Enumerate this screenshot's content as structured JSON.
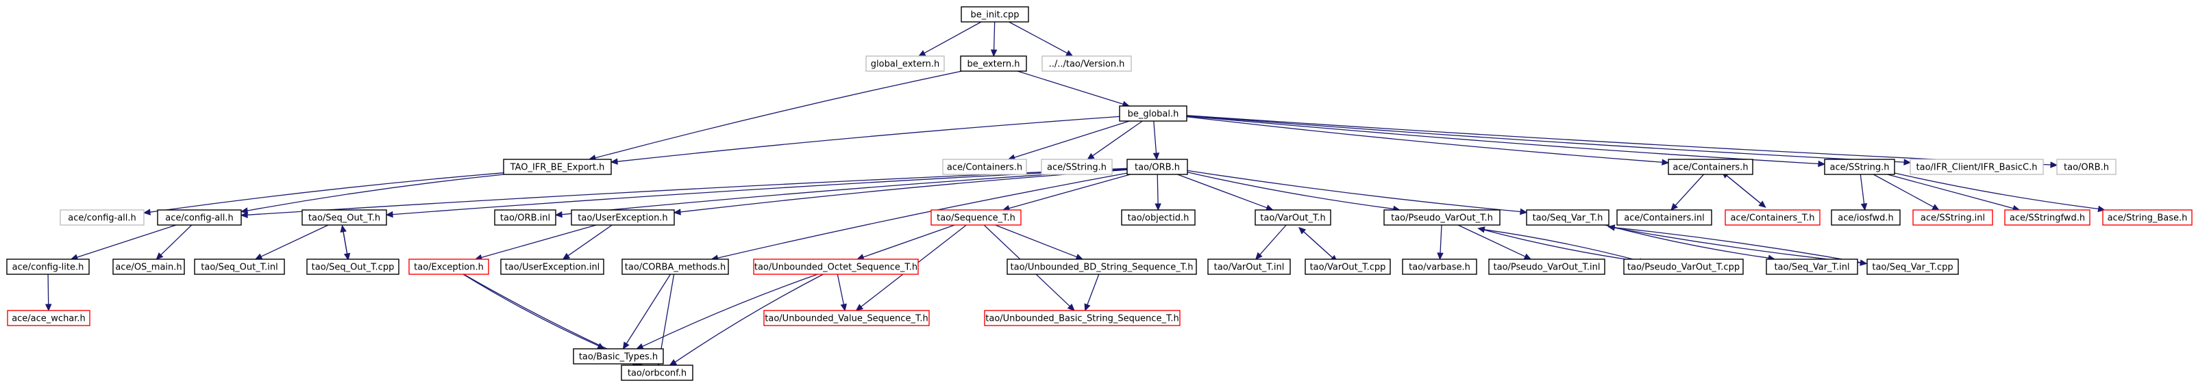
{
  "colors": {
    "edge": "#191970",
    "border_normal": "#000000",
    "border_truncated": "#ff0000",
    "border_external": "#bfbfbf",
    "fill_root": "#bfbfbf",
    "fill_normal": "#ffffff"
  },
  "nodes": [
    {
      "id": "be_init_cpp",
      "label": "be_init.cpp",
      "kind": "root"
    },
    {
      "id": "global_extern_h",
      "label": "global_extern.h",
      "kind": "external"
    },
    {
      "id": "be_extern_h",
      "label": "be_extern.h",
      "kind": "normal"
    },
    {
      "id": "tao_version_h",
      "label": "../../tao/Version.h",
      "kind": "external"
    },
    {
      "id": "be_global_h",
      "label": "be_global.h",
      "kind": "normal"
    },
    {
      "id": "tao_ifr_be_export_h",
      "label": "TAO_IFR_BE_Export.h",
      "kind": "normal"
    },
    {
      "id": "ace_containers_h_ext",
      "label": "ace/Containers.h",
      "kind": "external"
    },
    {
      "id": "ace_sstring_h_ext",
      "label": "ace/SString.h",
      "kind": "external"
    },
    {
      "id": "tao_orb_h",
      "label": "tao/ORB.h",
      "kind": "normal"
    },
    {
      "id": "ace_containers_h",
      "label": "ace/Containers.h",
      "kind": "normal"
    },
    {
      "id": "ace_sstring_h",
      "label": "ace/SString.h",
      "kind": "normal"
    },
    {
      "id": "tao_ifr_client_h",
      "label": "tao/IFR_Client/IFR_BasicC.h",
      "kind": "external"
    },
    {
      "id": "tao_orb_h_ext",
      "label": "tao/ORB.h",
      "kind": "external"
    },
    {
      "id": "ace_config_all_h_ext",
      "label": "ace/config-all.h",
      "kind": "external"
    },
    {
      "id": "ace_config_all_h",
      "label": "ace/config-all.h",
      "kind": "normal"
    },
    {
      "id": "tao_seq_out_t_h",
      "label": "tao/Seq_Out_T.h",
      "kind": "normal"
    },
    {
      "id": "tao_orb_inl",
      "label": "tao/ORB.inl",
      "kind": "normal"
    },
    {
      "id": "tao_userexception_h",
      "label": "tao/UserException.h",
      "kind": "normal"
    },
    {
      "id": "tao_sequence_t_h",
      "label": "tao/Sequence_T.h",
      "kind": "truncated"
    },
    {
      "id": "tao_objectid_h",
      "label": "tao/objectid.h",
      "kind": "normal"
    },
    {
      "id": "tao_varout_t_h",
      "label": "tao/VarOut_T.h",
      "kind": "normal"
    },
    {
      "id": "tao_pseudo_varout_t_h",
      "label": "tao/Pseudo_VarOut_T.h",
      "kind": "normal"
    },
    {
      "id": "tao_seq_var_t_h",
      "label": "tao/Seq_Var_T.h",
      "kind": "normal"
    },
    {
      "id": "ace_containers_inl",
      "label": "ace/Containers.inl",
      "kind": "normal"
    },
    {
      "id": "ace_containers_t_h",
      "label": "ace/Containers_T.h",
      "kind": "truncated"
    },
    {
      "id": "ace_iosfwd_h",
      "label": "ace/iosfwd.h",
      "kind": "normal"
    },
    {
      "id": "ace_sstring_inl",
      "label": "ace/SString.inl",
      "kind": "truncated"
    },
    {
      "id": "ace_sstringfwd_h",
      "label": "ace/SStringfwd.h",
      "kind": "truncated"
    },
    {
      "id": "ace_string_base_h",
      "label": "ace/String_Base.h",
      "kind": "truncated"
    },
    {
      "id": "ace_config_lite_h",
      "label": "ace/config-lite.h",
      "kind": "normal"
    },
    {
      "id": "ace_os_main_h",
      "label": "ace/OS_main.h",
      "kind": "normal"
    },
    {
      "id": "tao_seq_out_t_inl",
      "label": "tao/Seq_Out_T.inl",
      "kind": "normal"
    },
    {
      "id": "tao_seq_out_t_cpp",
      "label": "tao/Seq_Out_T.cpp",
      "kind": "normal"
    },
    {
      "id": "tao_exception_h",
      "label": "tao/Exception.h",
      "kind": "truncated"
    },
    {
      "id": "tao_userexception_inl",
      "label": "tao/UserException.inl",
      "kind": "normal"
    },
    {
      "id": "tao_corba_methods_h",
      "label": "tao/CORBA_methods.h",
      "kind": "normal"
    },
    {
      "id": "tao_unbounded_octet_h",
      "label": "tao/Unbounded_Octet_Sequence_T.h",
      "kind": "truncated"
    },
    {
      "id": "tao_unbounded_bd_string_h",
      "label": "tao/Unbounded_BD_String_Sequence_T.h",
      "kind": "normal"
    },
    {
      "id": "tao_varout_t_inl",
      "label": "tao/VarOut_T.inl",
      "kind": "normal"
    },
    {
      "id": "tao_varout_t_cpp",
      "label": "tao/VarOut_T.cpp",
      "kind": "normal"
    },
    {
      "id": "tao_varbase_h",
      "label": "tao/varbase.h",
      "kind": "normal"
    },
    {
      "id": "tao_pseudo_varout_t_inl",
      "label": "tao/Pseudo_VarOut_T.inl",
      "kind": "normal"
    },
    {
      "id": "tao_pseudo_varout_t_cpp",
      "label": "tao/Pseudo_VarOut_T.cpp",
      "kind": "normal"
    },
    {
      "id": "tao_seq_var_t_inl",
      "label": "tao/Seq_Var_T.inl",
      "kind": "normal"
    },
    {
      "id": "tao_seq_var_t_cpp",
      "label": "tao/Seq_Var_T.cpp",
      "kind": "normal"
    },
    {
      "id": "ace_ace_wchar_h",
      "label": "ace/ace_wchar.h",
      "kind": "truncated"
    },
    {
      "id": "tao_basic_types_h",
      "label": "tao/Basic_Types.h",
      "kind": "normal"
    },
    {
      "id": "tao_unbounded_value_h",
      "label": "tao/Unbounded_Value_Sequence_T.h",
      "kind": "truncated"
    },
    {
      "id": "tao_unbounded_basic_string_h",
      "label": "tao/Unbounded_Basic_String_Sequence_T.h",
      "kind": "truncated"
    },
    {
      "id": "tao_orbconf_h",
      "label": "tao/orbconf.h",
      "kind": "normal"
    }
  ],
  "edges": [
    [
      "be_init_cpp",
      "global_extern_h"
    ],
    [
      "be_init_cpp",
      "be_extern_h"
    ],
    [
      "be_init_cpp",
      "tao_version_h"
    ],
    [
      "be_extern_h",
      "tao_ifr_be_export_h"
    ],
    [
      "be_extern_h",
      "be_global_h"
    ],
    [
      "be_global_h",
      "tao_ifr_be_export_h"
    ],
    [
      "be_global_h",
      "ace_containers_h_ext"
    ],
    [
      "be_global_h",
      "ace_sstring_h_ext"
    ],
    [
      "be_global_h",
      "tao_orb_h"
    ],
    [
      "be_global_h",
      "ace_containers_h"
    ],
    [
      "be_global_h",
      "ace_sstring_h"
    ],
    [
      "be_global_h",
      "tao_ifr_client_h"
    ],
    [
      "be_global_h",
      "tao_orb_h_ext"
    ],
    [
      "tao_ifr_be_export_h",
      "ace_config_all_h_ext"
    ],
    [
      "tao_ifr_be_export_h",
      "ace_config_all_h"
    ],
    [
      "ace_config_all_h",
      "ace_config_lite_h"
    ],
    [
      "ace_config_all_h",
      "ace_os_main_h"
    ],
    [
      "ace_config_lite_h",
      "ace_ace_wchar_h"
    ],
    [
      "tao_orb_h",
      "tao_seq_out_t_h"
    ],
    [
      "tao_orb_h",
      "tao_orb_inl"
    ],
    [
      "tao_orb_h",
      "tao_userexception_h"
    ],
    [
      "tao_orb_h",
      "tao_corba_methods_h"
    ],
    [
      "tao_orb_h",
      "tao_sequence_t_h"
    ],
    [
      "tao_orb_h",
      "tao_objectid_h"
    ],
    [
      "tao_orb_h",
      "tao_varout_t_h"
    ],
    [
      "tao_orb_h",
      "tao_pseudo_varout_t_h"
    ],
    [
      "tao_orb_h",
      "tao_seq_var_t_h"
    ],
    [
      "tao_orb_h",
      "ace_config_all_h"
    ],
    [
      "tao_seq_out_t_h",
      "tao_seq_out_t_inl"
    ],
    [
      "tao_seq_out_t_h",
      "tao_seq_out_t_cpp"
    ],
    [
      "tao_seq_out_t_cpp",
      "tao_seq_out_t_h"
    ],
    [
      "tao_userexception_h",
      "tao_exception_h"
    ],
    [
      "tao_userexception_h",
      "tao_userexception_inl"
    ],
    [
      "tao_exception_h",
      "tao_basic_types_h"
    ],
    [
      "tao_exception_h",
      "tao_orbconf_h"
    ],
    [
      "tao_corba_methods_h",
      "tao_basic_types_h"
    ],
    [
      "tao_corba_methods_h",
      "tao_orbconf_h"
    ],
    [
      "tao_sequence_t_h",
      "tao_unbounded_octet_h"
    ],
    [
      "tao_sequence_t_h",
      "tao_unbounded_bd_string_h"
    ],
    [
      "tao_sequence_t_h",
      "tao_unbounded_value_h"
    ],
    [
      "tao_sequence_t_h",
      "tao_unbounded_basic_string_h"
    ],
    [
      "tao_unbounded_octet_h",
      "tao_basic_types_h"
    ],
    [
      "tao_unbounded_octet_h",
      "tao_unbounded_value_h"
    ],
    [
      "tao_unbounded_octet_h",
      "tao_orbconf_h"
    ],
    [
      "tao_unbounded_bd_string_h",
      "tao_unbounded_basic_string_h"
    ],
    [
      "tao_basic_types_h",
      "tao_orbconf_h"
    ],
    [
      "tao_varout_t_h",
      "tao_varout_t_inl"
    ],
    [
      "tao_varout_t_h",
      "tao_varout_t_cpp"
    ],
    [
      "tao_varout_t_cpp",
      "tao_varout_t_h"
    ],
    [
      "tao_pseudo_varout_t_h",
      "tao_varbase_h"
    ],
    [
      "tao_pseudo_varout_t_h",
      "tao_pseudo_varout_t_inl"
    ],
    [
      "tao_pseudo_varout_t_h",
      "tao_pseudo_varout_t_cpp"
    ],
    [
      "tao_pseudo_varout_t_cpp",
      "tao_pseudo_varout_t_h"
    ],
    [
      "tao_seq_var_t_h",
      "tao_seq_var_t_inl"
    ],
    [
      "tao_seq_var_t_h",
      "tao_seq_var_t_cpp"
    ],
    [
      "tao_seq_var_t_cpp",
      "tao_seq_var_t_h"
    ],
    [
      "ace_containers_h",
      "ace_containers_inl"
    ],
    [
      "ace_containers_h",
      "ace_containers_t_h"
    ],
    [
      "ace_containers_t_h",
      "ace_containers_h"
    ],
    [
      "ace_sstring_h",
      "ace_iosfwd_h"
    ],
    [
      "ace_sstring_h",
      "ace_sstring_inl"
    ],
    [
      "ace_sstring_h",
      "ace_sstringfwd_h"
    ],
    [
      "ace_sstring_h",
      "ace_string_base_h"
    ]
  ]
}
